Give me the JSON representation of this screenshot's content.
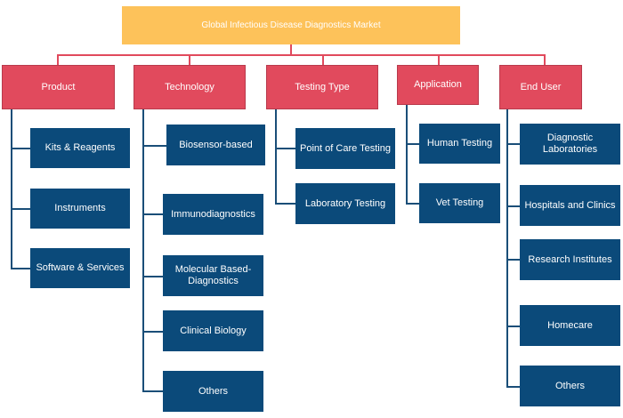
{
  "root": "Global Infectious Disease Diagnostics Market",
  "categories": [
    {
      "label": "Product",
      "children": [
        "Kits & Reagents",
        "Instruments",
        "Software & Services"
      ]
    },
    {
      "label": "Technology",
      "children": [
        "Biosensor-based",
        "Immunodiagnostics",
        "Molecular Based-Diagnostics",
        "Clinical Biology",
        "Others"
      ]
    },
    {
      "label": "Testing Type",
      "children": [
        "Point of Care Testing",
        "Laboratory Testing"
      ]
    },
    {
      "label": "Application",
      "children": [
        "Human Testing",
        "Vet Testing"
      ]
    },
    {
      "label": "End  User",
      "children": [
        "Diagnostic Laboratories",
        "Hospitals and Clinics",
        "Research Institutes",
        "Homecare",
        "Others"
      ]
    }
  ],
  "colors": {
    "root": "#fdc25a",
    "category": "#e14a5d",
    "leaf": "#0b4a7a",
    "connector": "#1a4e78"
  }
}
